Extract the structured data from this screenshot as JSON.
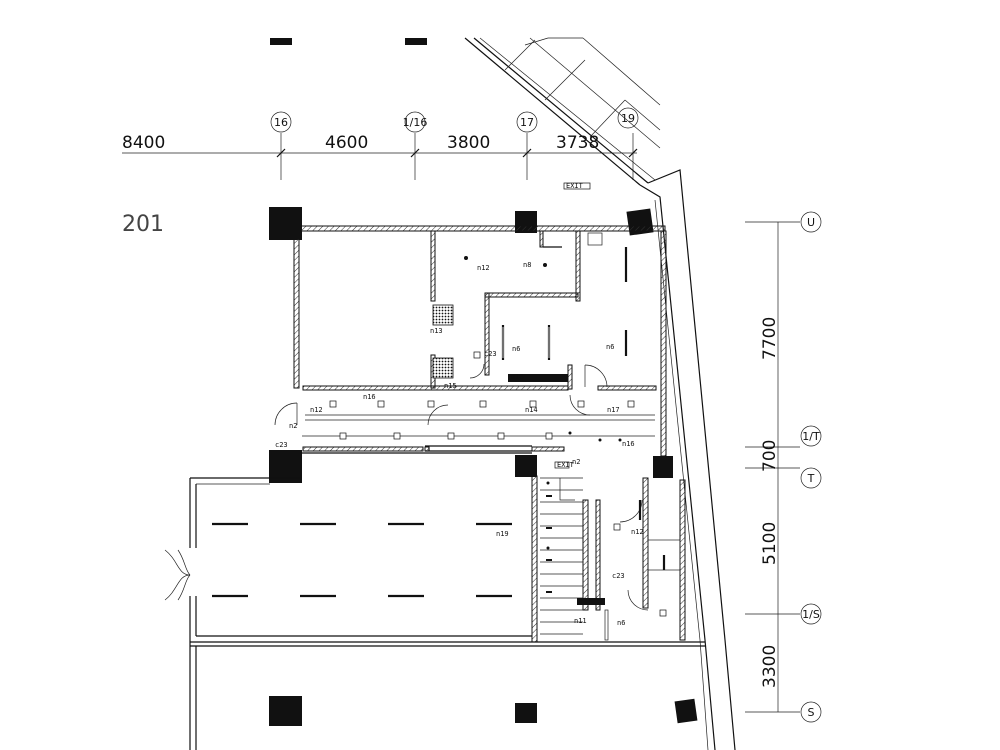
{
  "drawing": {
    "room_number": "201",
    "top_dimensions": [
      "8400",
      "4600",
      "3800",
      "3738"
    ],
    "top_axes": [
      "16",
      "1/16",
      "17",
      "19"
    ],
    "right_dimensions": [
      "7700",
      "700",
      "5100",
      "3300"
    ],
    "right_axes": [
      "U",
      "1/T",
      "T",
      "1/S",
      "S"
    ],
    "circuit_tags": [
      {
        "key": "n12a",
        "text": "n12"
      },
      {
        "key": "n8a",
        "text": "n8"
      },
      {
        "key": "n13",
        "text": "n13"
      },
      {
        "key": "n6a",
        "text": "n6"
      },
      {
        "key": "c23a",
        "text": "c23"
      },
      {
        "key": "n6b",
        "text": "n6"
      },
      {
        "key": "n18",
        "text": "n18"
      },
      {
        "key": "n15",
        "text": "n15"
      },
      {
        "key": "n16a",
        "text": "n16"
      },
      {
        "key": "n12b",
        "text": "n12"
      },
      {
        "key": "n14",
        "text": "n14"
      },
      {
        "key": "n17",
        "text": "n17"
      },
      {
        "key": "n2a",
        "text": "n2"
      },
      {
        "key": "c23b",
        "text": "c23"
      },
      {
        "key": "n16b",
        "text": "n16"
      },
      {
        "key": "n2b",
        "text": "n2"
      },
      {
        "key": "n19",
        "text": "n19"
      },
      {
        "key": "n12c",
        "text": "n12"
      },
      {
        "key": "c23c",
        "text": "c23"
      },
      {
        "key": "n11",
        "text": "n11"
      },
      {
        "key": "n6c",
        "text": "n6"
      }
    ],
    "exit_signs": [
      "EXIT",
      "EXIT"
    ]
  }
}
